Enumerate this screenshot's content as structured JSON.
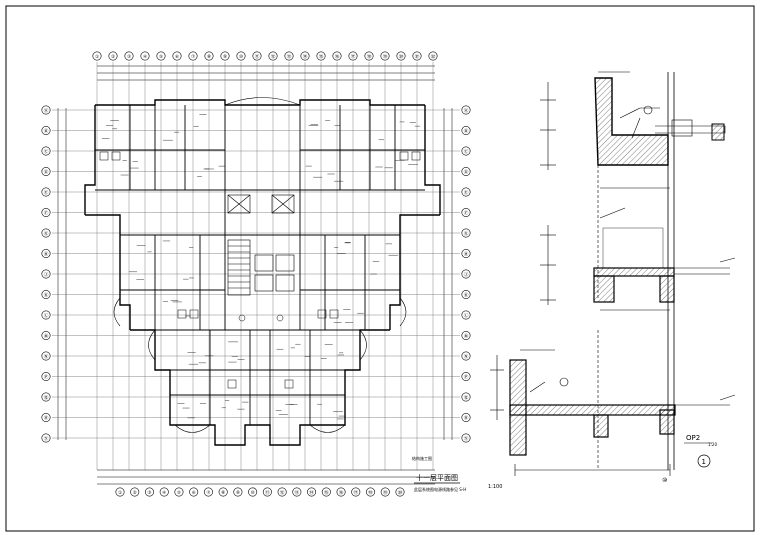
{
  "plan": {
    "title": "十一层平面图",
    "scale": "1:100",
    "note": "此层系统图电源线路参见 S-H",
    "stamp": "结构施工图",
    "top_axis_labels": [
      "①",
      "②",
      "③",
      "④",
      "⑤",
      "⑥",
      "⑦",
      "⑧",
      "⑨",
      "⑩",
      "⑪",
      "⑫",
      "⑬",
      "⑭",
      "⑮",
      "⑯",
      "⑰",
      "⑱",
      "⑲",
      "⑳",
      "㉑",
      "㉒"
    ],
    "bottom_axis_labels": [
      "①",
      "②",
      "③",
      "④",
      "⑤",
      "⑥",
      "⑦",
      "⑧",
      "⑨",
      "⑩",
      "⑪",
      "⑫",
      "⑬",
      "⑭",
      "⑮",
      "⑯",
      "⑰",
      "⑱",
      "⑲",
      "⑳"
    ],
    "left_axis_labels": [
      "Ⓐ",
      "Ⓑ",
      "Ⓒ",
      "Ⓓ",
      "Ⓔ",
      "Ⓕ",
      "Ⓖ",
      "Ⓗ",
      "Ⓙ",
      "Ⓚ",
      "Ⓛ",
      "Ⓜ",
      "Ⓝ",
      "Ⓟ",
      "Ⓠ",
      "Ⓡ",
      "Ⓢ"
    ],
    "right_axis_labels": [
      "Ⓐ",
      "Ⓑ",
      "Ⓒ",
      "Ⓓ",
      "Ⓔ",
      "Ⓕ",
      "Ⓖ",
      "Ⓗ",
      "Ⓙ",
      "Ⓚ",
      "Ⓛ",
      "Ⓜ",
      "Ⓝ",
      "Ⓟ",
      "Ⓠ",
      "Ⓡ",
      "Ⓢ"
    ]
  },
  "detail": {
    "name": "OP2",
    "scale": "1:20",
    "marker": "1",
    "axis_tag": "⑩"
  }
}
